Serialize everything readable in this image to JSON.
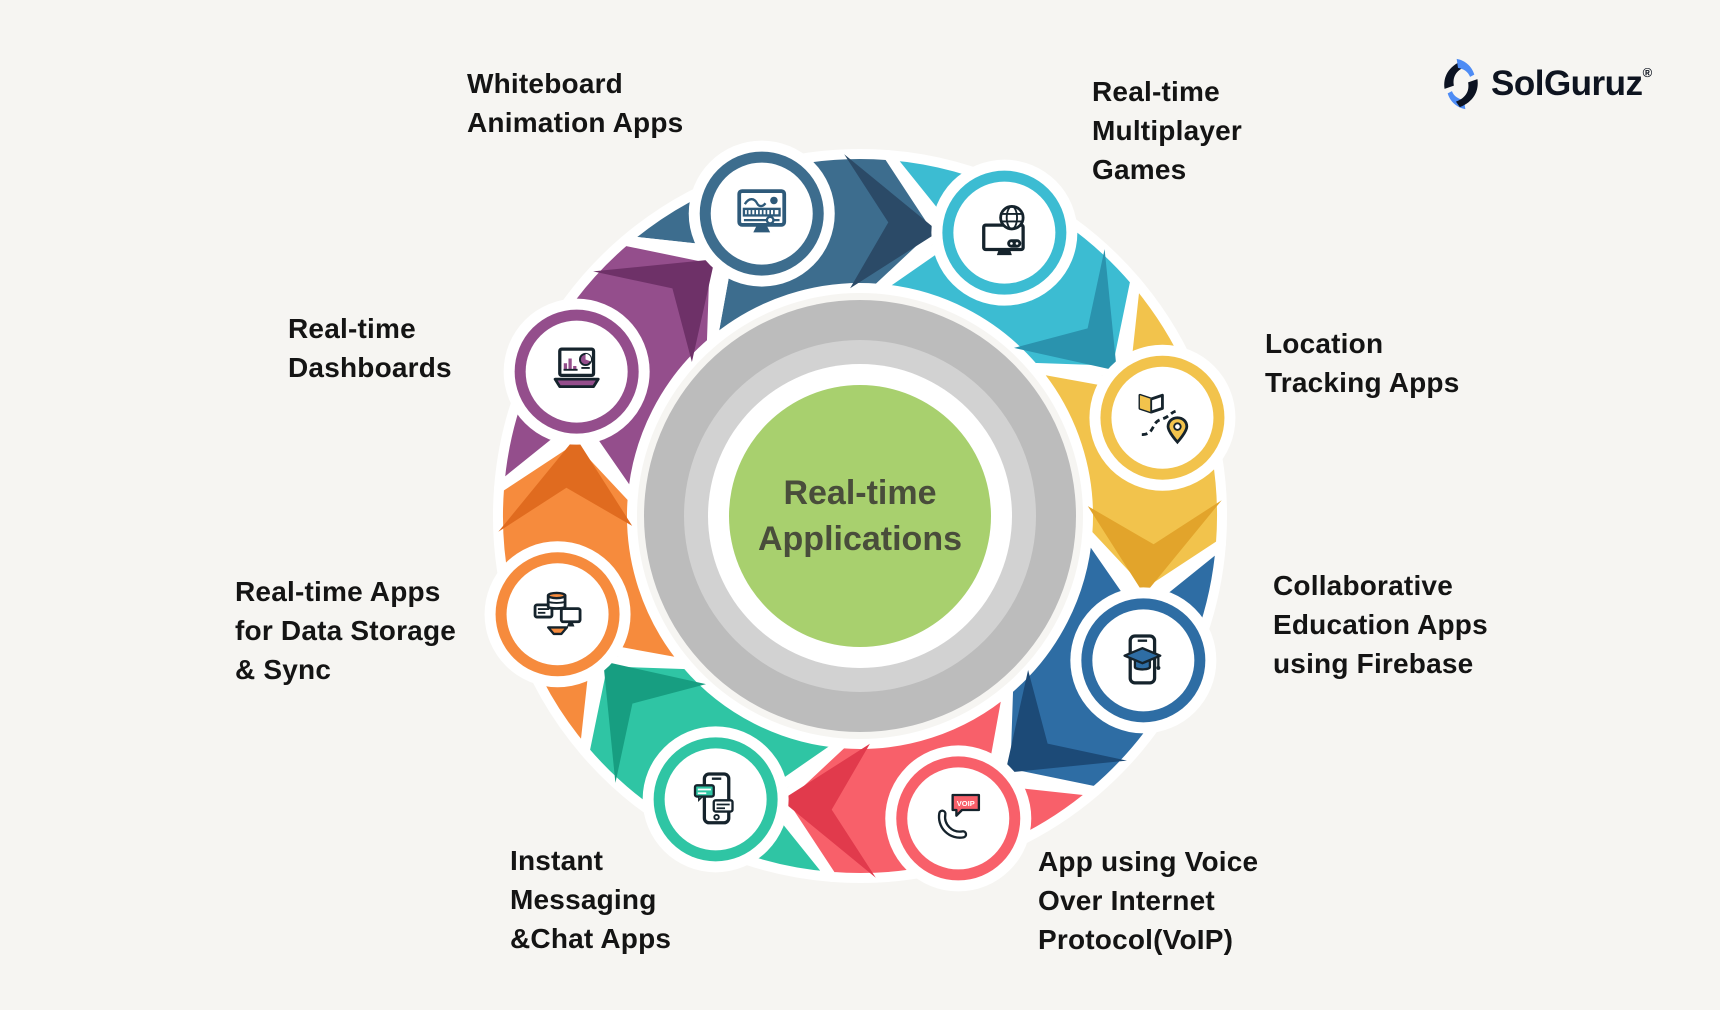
{
  "background": "#f6f5f2",
  "logo": {
    "text": "SolGuruz",
    "registered": "®",
    "icon": "solguruz-bolt-icon",
    "blue": "#4e8cf5",
    "black": "#0c1322"
  },
  "center": {
    "title": "Real-time\nApplications",
    "circle_color": "#a8d06e",
    "text_color": "#494d3b",
    "ring_outer_color": "#bcbcbc",
    "ring_inner_color": "#d2d2d2",
    "ring_gap_color": "#ffffff"
  },
  "segments": [
    {
      "id": "whiteboard",
      "label": "Whiteboard\nAnimation Apps",
      "color": "#3d6d8e",
      "dark": "#2b4a67",
      "icon": "whiteboard-animation-icon"
    },
    {
      "id": "games",
      "label": "Real-time\nMultiplayer\nGames",
      "color": "#3cbcd2",
      "dark": "#2a93ae",
      "icon": "multiplayer-games-icon"
    },
    {
      "id": "location",
      "label": "Location\nTracking Apps",
      "color": "#f2c34c",
      "dark": "#e2a42b",
      "icon": "location-tracking-icon"
    },
    {
      "id": "education",
      "label": "Collaborative\nEducation Apps\nusing Firebase",
      "color": "#2e6da4",
      "dark": "#1c4a77",
      "icon": "collaborative-education-icon"
    },
    {
      "id": "voip",
      "label": "App using Voice\nOver Internet\nProtocol(VoIP)",
      "color": "#f8606a",
      "dark": "#e13a4c",
      "icon": "voip-call-icon"
    },
    {
      "id": "chat",
      "label": "Instant\nMessaging\n&Chat Apps",
      "color": "#2fc5a4",
      "dark": "#179e81",
      "icon": "instant-messaging-icon"
    },
    {
      "id": "storage",
      "label": "Real-time Apps\nfor Data Storage\n& Sync",
      "color": "#f68b3d",
      "dark": "#e06b1f",
      "icon": "data-storage-sync-icon"
    },
    {
      "id": "dashboard",
      "label": "Real-time\nDashboards",
      "color": "#944e8c",
      "dark": "#6e3168",
      "icon": "realtime-dashboard-icon"
    }
  ]
}
